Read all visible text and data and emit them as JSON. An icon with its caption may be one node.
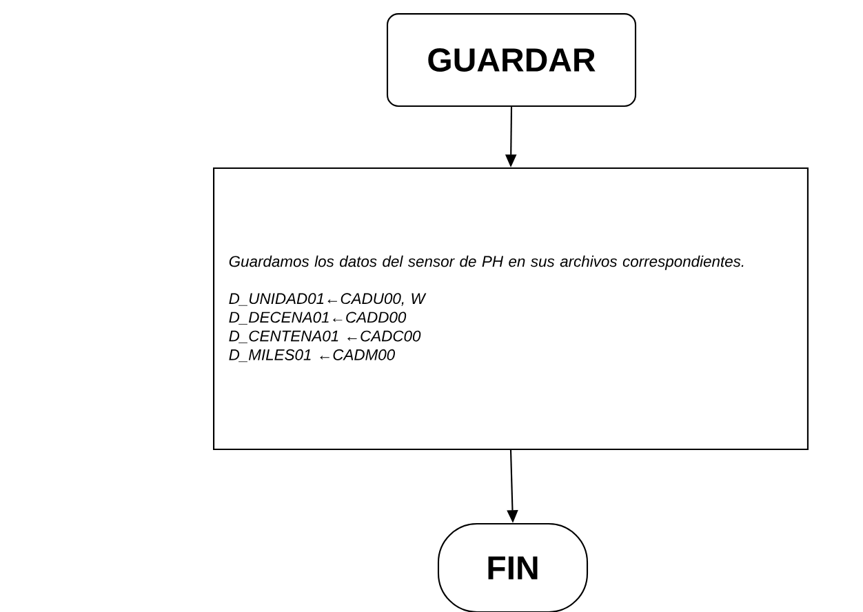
{
  "diagram": {
    "nodes": [
      {
        "text": [
          "GUARDAR"
        ]
      },
      {
        "text": [
          "Guardamos los datos del sensor de PH en sus archivos correspondientes.",
          "D_UNIDAD01←CADU00, W",
          "D_DECENA01←CADD00",
          "D_CENTENA01 ←CADC00",
          "D_MILES01 ←CADM00"
        ]
      },
      {
        "text": [
          "FIN"
        ]
      }
    ],
    "edges": [
      {
        "from": 0,
        "to": 1,
        "arrow": "to"
      },
      {
        "from": 1,
        "to": 2,
        "arrow": "to"
      }
    ]
  }
}
